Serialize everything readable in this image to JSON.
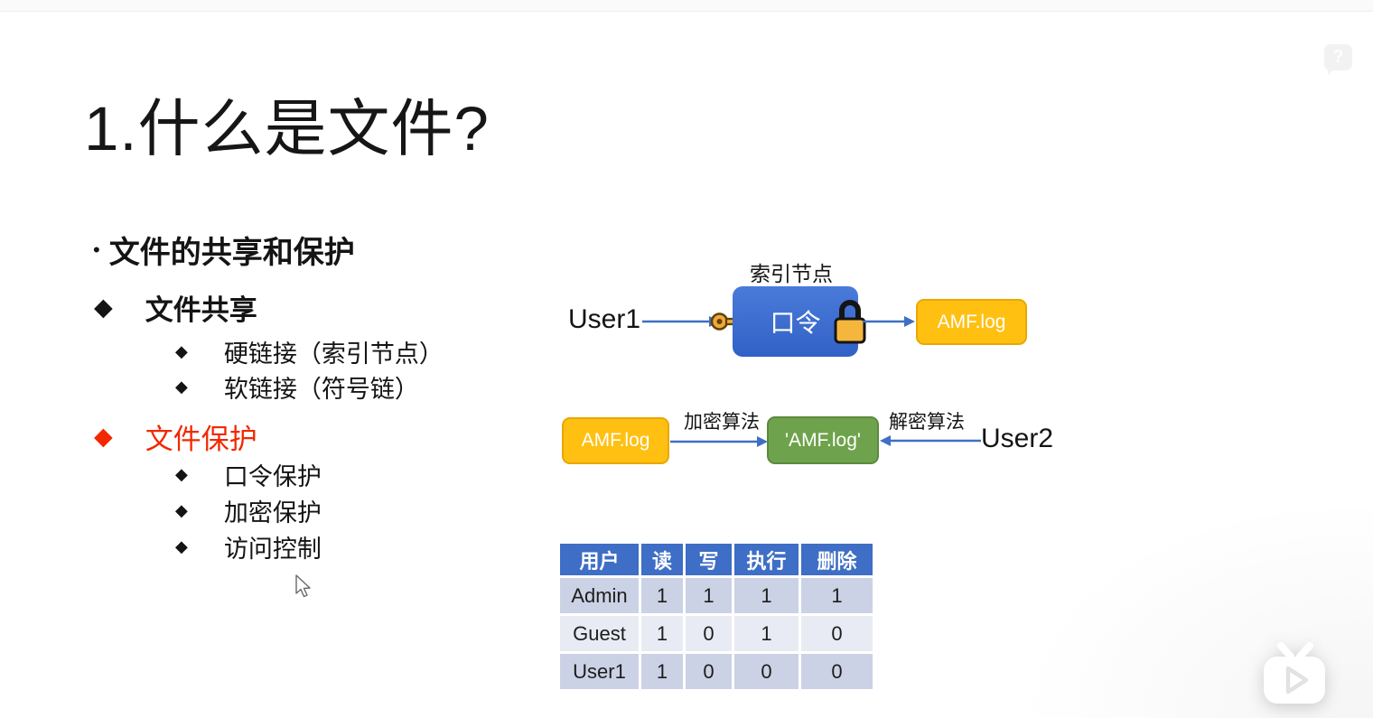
{
  "title": "1.什么是文件?",
  "outline": {
    "items": [
      {
        "marker": "•",
        "label": "文件的共享和保护"
      },
      {
        "marker": "◆",
        "label": "文件共享"
      },
      {
        "marker": "◆",
        "label": "硬链接（索引节点）"
      },
      {
        "marker": "◆",
        "label": "软链接（符号链）"
      },
      {
        "marker": "◆",
        "label": "文件保护"
      },
      {
        "marker": "◆",
        "label": "口令保护"
      },
      {
        "marker": "◆",
        "label": "加密保护"
      },
      {
        "marker": "◆",
        "label": "访问控制"
      }
    ]
  },
  "diagram_password": {
    "node_label": "索引节点",
    "user": "User1",
    "box_label": "口令",
    "file_label": "AMF.log",
    "colors": {
      "box": "#3c6cd0",
      "file": "#ffc012",
      "arrow": "#3f6fc4"
    }
  },
  "diagram_encryption": {
    "source_file": "AMF.log",
    "encrypt_label": "加密算法",
    "encrypted_file": "'AMF.log'",
    "decrypt_label": "解密算法",
    "user": "User2",
    "colors": {
      "source": "#ffc012",
      "encrypted": "#6fa24c",
      "arrow": "#3f6fc4"
    }
  },
  "acl_table": {
    "headers": [
      "用户",
      "读",
      "写",
      "执行",
      "删除"
    ],
    "rows": [
      [
        "Admin",
        "1",
        "1",
        "1",
        "1"
      ],
      [
        "Guest",
        "1",
        "0",
        "1",
        "0"
      ],
      [
        "User1",
        "1",
        "0",
        "0",
        "0"
      ]
    ],
    "colors": {
      "header": "#3e6ec5",
      "row_dark": "#ccd2e5",
      "row_light": "#e8ebf4"
    }
  },
  "overlay": {
    "help_label": "?"
  }
}
